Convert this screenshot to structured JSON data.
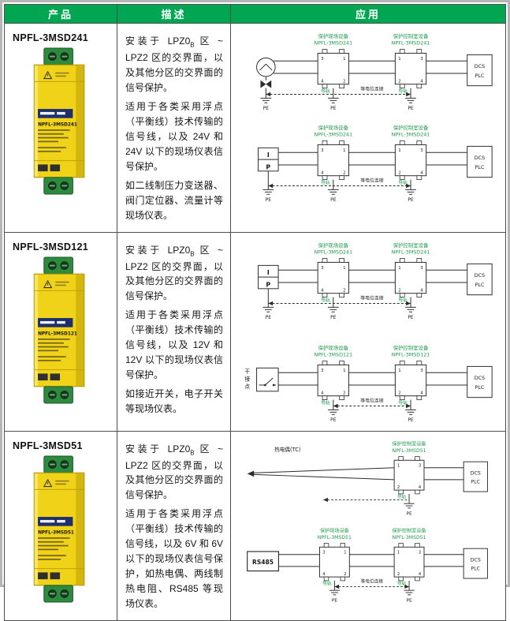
{
  "page": {
    "header_bg": "#00a651",
    "header_text_color": "#ffffff",
    "accent_green": "#1e9b4e",
    "grid_color": "#4f4f4f",
    "device_yellow": "#f0d219",
    "device_green": "#2d8a3e"
  },
  "header": {
    "product": "产品",
    "description": "描述",
    "application": "应用"
  },
  "diagram_common": {
    "rail": "导轨",
    "pe": "PE",
    "bond": "等电位连接",
    "dcs_line1": "DCS",
    "dcs_line2": "PLC",
    "field_terminals": [
      "3",
      "1",
      "4",
      "2"
    ],
    "room_terminals": [
      "1",
      "3",
      "2",
      "4"
    ]
  },
  "rows": [
    {
      "model": "NPFL-3MSD241",
      "desc": {
        "p1_pre": "安装于 LPZ0",
        "p1_sub": "B",
        "p1_post": " 区 ~ LPZ2 区的交界面，以及其他分区的交界面的信号保护。",
        "p2": "适用于各类采用浮点（平衡线）技术传输的信号线，以及 24V 和 24V 以下的现场仪表信号保护。",
        "p3": "如二线制压力变送器、阀门定位器、流量计等现场仪表。"
      },
      "diagrams": [
        {
          "source": {
            "type": "transmitter"
          },
          "field": {
            "title": "保护现场设备",
            "model": "NPFL-3MSD241"
          },
          "room": {
            "title": "保护控制室设备",
            "model": "NPFL-3MSD241"
          },
          "source_ground": true,
          "bond": true
        },
        {
          "source": {
            "type": "ip",
            "top": "I",
            "bottom": "P"
          },
          "field": {
            "title": "保护现场设备",
            "model": "NPFL-3MSD241"
          },
          "room": {
            "title": "保护控制室设备",
            "model": "NPFL-3MSD241"
          },
          "source_ground": true,
          "bond": true
        }
      ]
    },
    {
      "model": "NPFL-3MSD121",
      "desc": {
        "p1_pre": "安装于 LPZ0",
        "p1_sub": "B",
        "p1_post": " 区 ~ LPZ2 区的交界面，以及其他分区的交界面的信号保护。",
        "p2": "适用于各类采用浮点（平衡线）技术传输的信号线，以及 12V 和 12V 以下的现场仪表信号保护。",
        "p3": "如接近开关，电子开关等现场仪表。"
      },
      "diagrams": [
        {
          "source": {
            "type": "ip",
            "top": "I",
            "bottom": "P"
          },
          "field": {
            "title": "保护现场设备",
            "model": "NPFL-3MSD241"
          },
          "room": {
            "title": "保护控制室设备",
            "model": "NPFL-3MSD241"
          },
          "source_ground": true,
          "bond": true
        },
        {
          "source": {
            "type": "contact",
            "label": "干接点"
          },
          "field": {
            "title": "保护现场设备",
            "model": "NPFL-3MSD121"
          },
          "room": {
            "title": "保护控制室设备",
            "model": "NPFL-3MSD121"
          },
          "source_ground": false,
          "bond": true
        }
      ]
    },
    {
      "model": "NPFL-3MSD51",
      "desc": {
        "p1_pre": "安装于 LPZ0",
        "p1_sub": "B",
        "p1_post": " 区 ~ LPZ2 区的交界面，以及其他分区的交界面的信号保护。",
        "p2": "适用于各类采用浮点（平衡线）技术传输的信号线，以及 6V 和 6V 以下的现场仪表信号保护，如热电偶、两线制热电阻、RS485 等现场仪表。"
      },
      "diagrams": [
        {
          "source": {
            "type": "tc",
            "label": "热电偶(TC)"
          },
          "field": null,
          "room": {
            "title": "保护控制室设备",
            "model": "NPFL-3MSD51"
          },
          "source_ground": false,
          "bond": false,
          "dash_left": true
        },
        {
          "source": {
            "type": "rs485",
            "label": "RS485"
          },
          "field": {
            "title": "保护现场设备",
            "model": "NPFL-3MSD51"
          },
          "room": {
            "title": "保护控制室设备",
            "model": "NPFL-3MSD51"
          },
          "source_ground": false,
          "bond": true
        }
      ]
    }
  ]
}
